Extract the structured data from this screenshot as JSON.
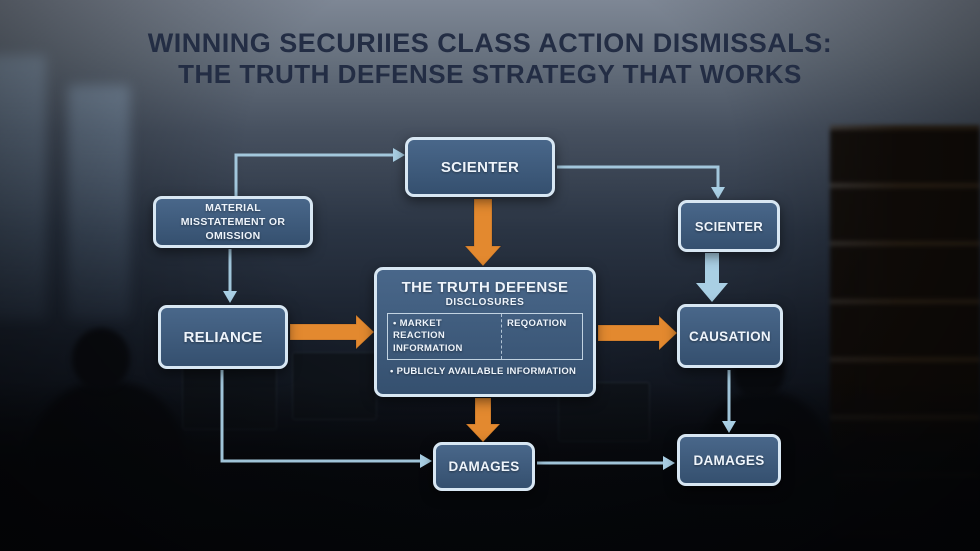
{
  "title": {
    "line1": "WINNING SECURIIES CLASS ACTION DISMISSALS:",
    "line2": "THE TRUTH DEFENSE STRATEGY THAT WORKS"
  },
  "diagram": {
    "scienter_top": "SCIENTER",
    "material_misstatement": "MATERIAL MISSTATEMENT OR OMISSION",
    "scienter_right": "SCIENTER",
    "reliance": "RELIANCE",
    "truth_defense": {
      "title": "THE TRUTH DEFENSE",
      "subtitle": "DISCLOSURES",
      "cell_left": "• MARKET REACTION INFORMATION",
      "cell_right": "REQOATION",
      "bullet_bottom": "• PUBLICLY AVAILABLE INFORMATION"
    },
    "causation": "CAUSATION",
    "damages_center": "DAMAGES",
    "damages_right": "DAMAGES"
  },
  "colors": {
    "box_fill_top": "#49678a",
    "box_fill_bottom": "#35506f",
    "box_border": "#d8e7f3",
    "box_text": "#eef4fb",
    "arrow_orange": "#e3892f",
    "arrow_blue": "#a9cfe4",
    "title_color": "#232d44"
  }
}
